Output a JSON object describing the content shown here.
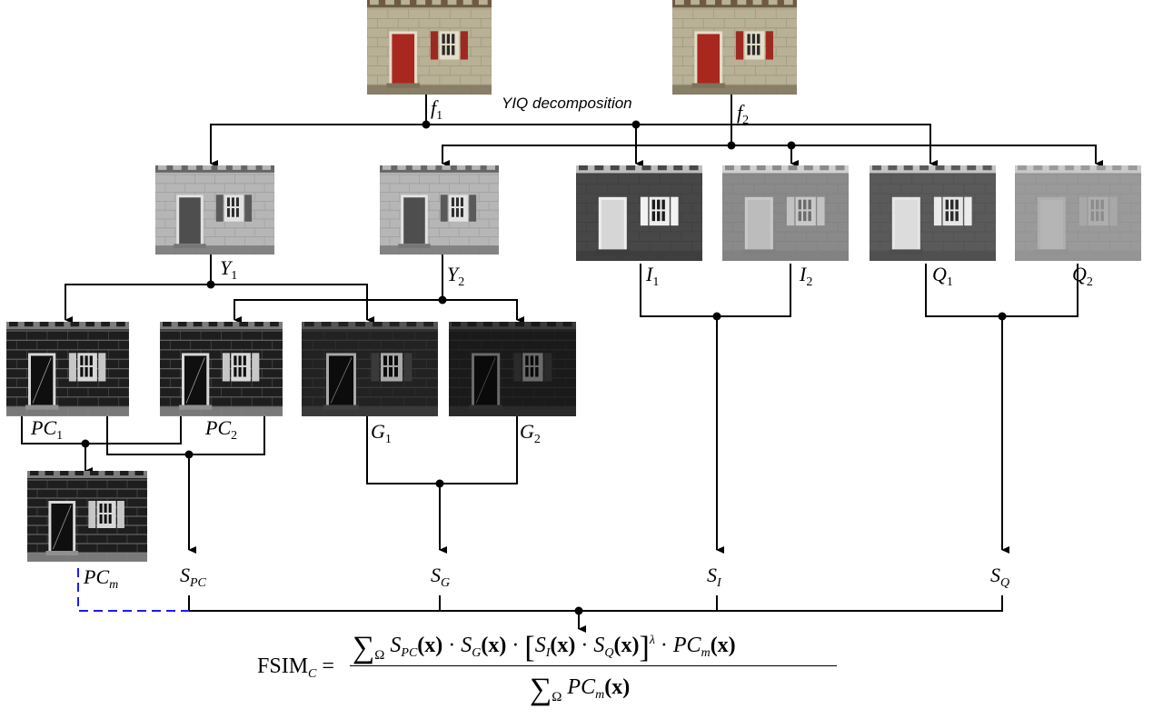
{
  "caption": "YIQ decomposition",
  "colors": {
    "line": "#000000",
    "dashed_link": "#1a1aff",
    "wall_color": "#bcb39a",
    "door_color": "#b3261e"
  },
  "labels": {
    "f1": {
      "base": "f",
      "sub": "1"
    },
    "f2": {
      "base": "f",
      "sub": "2"
    },
    "y1": {
      "base": "Y",
      "sub": "1"
    },
    "y2": {
      "base": "Y",
      "sub": "2"
    },
    "i1": {
      "base": "I",
      "sub": "1"
    },
    "i2": {
      "base": "I",
      "sub": "2"
    },
    "q1": {
      "base": "Q",
      "sub": "1"
    },
    "q2": {
      "base": "Q",
      "sub": "2"
    },
    "pc1": {
      "base": "PC",
      "sub": "1"
    },
    "pc2": {
      "base": "PC",
      "sub": "2"
    },
    "g1": {
      "base": "G",
      "sub": "1"
    },
    "g2": {
      "base": "G",
      "sub": "2"
    },
    "pcm": {
      "base": "PC",
      "sub": "m"
    },
    "spc": {
      "base": "S",
      "sub": "PC"
    },
    "sg": {
      "base": "S",
      "sub": "G"
    },
    "si": {
      "base": "S",
      "sub": "I"
    },
    "sq": {
      "base": "S",
      "sub": "Q"
    }
  },
  "formula": {
    "lhs_main": "FSIM",
    "lhs_sub": "C",
    "eq": "=",
    "sum": "∑",
    "omega": "Ω",
    "x": "(x)",
    "dot": "·",
    "S": "S",
    "PC": "PC",
    "sub_pc": "PC",
    "sub_g": "G",
    "sub_i": "I",
    "sub_q": "Q",
    "sub_m": "m",
    "lambda": "λ",
    "lb": "[",
    "rb": "]"
  },
  "images": [
    {
      "id": "f1",
      "kind": "color"
    },
    {
      "id": "f2",
      "kind": "color"
    },
    {
      "id": "y1",
      "kind": "gray"
    },
    {
      "id": "y2",
      "kind": "gray"
    },
    {
      "id": "i1",
      "kind": "i-dark"
    },
    {
      "id": "i2",
      "kind": "i-mid"
    },
    {
      "id": "q1",
      "kind": "q-dark"
    },
    {
      "id": "q2",
      "kind": "q-light"
    },
    {
      "id": "pc1",
      "kind": "edge-bright"
    },
    {
      "id": "pc2",
      "kind": "edge-bright"
    },
    {
      "id": "g1",
      "kind": "edge-dark"
    },
    {
      "id": "g2",
      "kind": "edge-darker"
    },
    {
      "id": "pcm",
      "kind": "edge-bright"
    }
  ]
}
